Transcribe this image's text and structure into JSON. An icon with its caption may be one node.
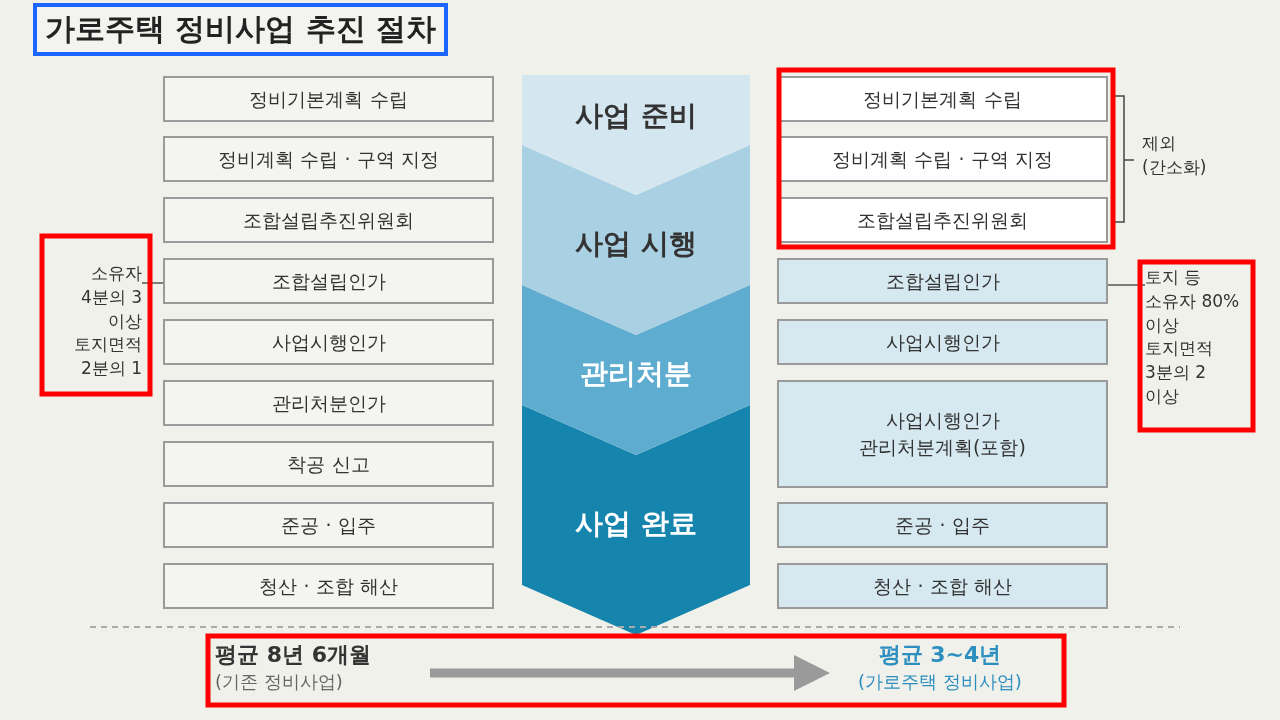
{
  "diagram": {
    "title": "가로주택 정비사업 추진 절차",
    "nodes": [
      {
        "text": [
          "정비기본계획 수립"
        ]
      },
      {
        "text": [
          "정비계획 수립 · 구역 지정"
        ]
      },
      {
        "text": [
          "조합설립추진위원회"
        ]
      },
      {
        "text": [
          "조합설립인가"
        ]
      },
      {
        "text": [
          "사업시행인가"
        ]
      },
      {
        "text": [
          "관리처분인가"
        ]
      },
      {
        "text": [
          "착공 신고"
        ]
      },
      {
        "text": [
          "준공 · 입주"
        ]
      },
      {
        "text": [
          "청산 · 조합 해산"
        ]
      },
      {
        "text": [
          "사업 준비"
        ]
      },
      {
        "text": [
          "사업 시행"
        ]
      },
      {
        "text": [
          "관리처분"
        ]
      },
      {
        "text": [
          "사업 완료"
        ]
      },
      {
        "text": [
          "정비기본계획 수립"
        ]
      },
      {
        "text": [
          "정비계획 수립 · 구역 지정"
        ]
      },
      {
        "text": [
          "조합설립추진위원회"
        ]
      },
      {
        "text": [
          "조합설립인가"
        ]
      },
      {
        "text": [
          "사업시행인가"
        ]
      },
      {
        "text": [
          "사업시행인가 관리처분계획(포함)"
        ]
      },
      {
        "text": [
          "준공 · 입주"
        ]
      },
      {
        "text": [
          "청산 · 조합 해산"
        ]
      },
      {
        "text": [
          "소유자 4분의 3 이상 토지면적 2분의 1"
        ]
      },
      {
        "text": [
          "토지 등 소유자 80% 이상 토지면적 3분의 2 이상"
        ]
      },
      {
        "text": [
          "평균 8년 6개월",
          "(기존 정비사업)"
        ]
      },
      {
        "text": [
          "평균 3~4년",
          "(가로주택 정비사업)"
        ]
      }
    ],
    "edges": [
      {
        "from": 21,
        "to": 3,
        "arrow": "none"
      },
      {
        "from": 22,
        "to": 16,
        "arrow": "none"
      },
      {
        "from": 23,
        "to": 24,
        "arrow": "to",
        "style": "thick",
        "color": "#9a9a9a"
      }
    ],
    "labels": [
      "제외 (간소화)"
    ]
  }
}
